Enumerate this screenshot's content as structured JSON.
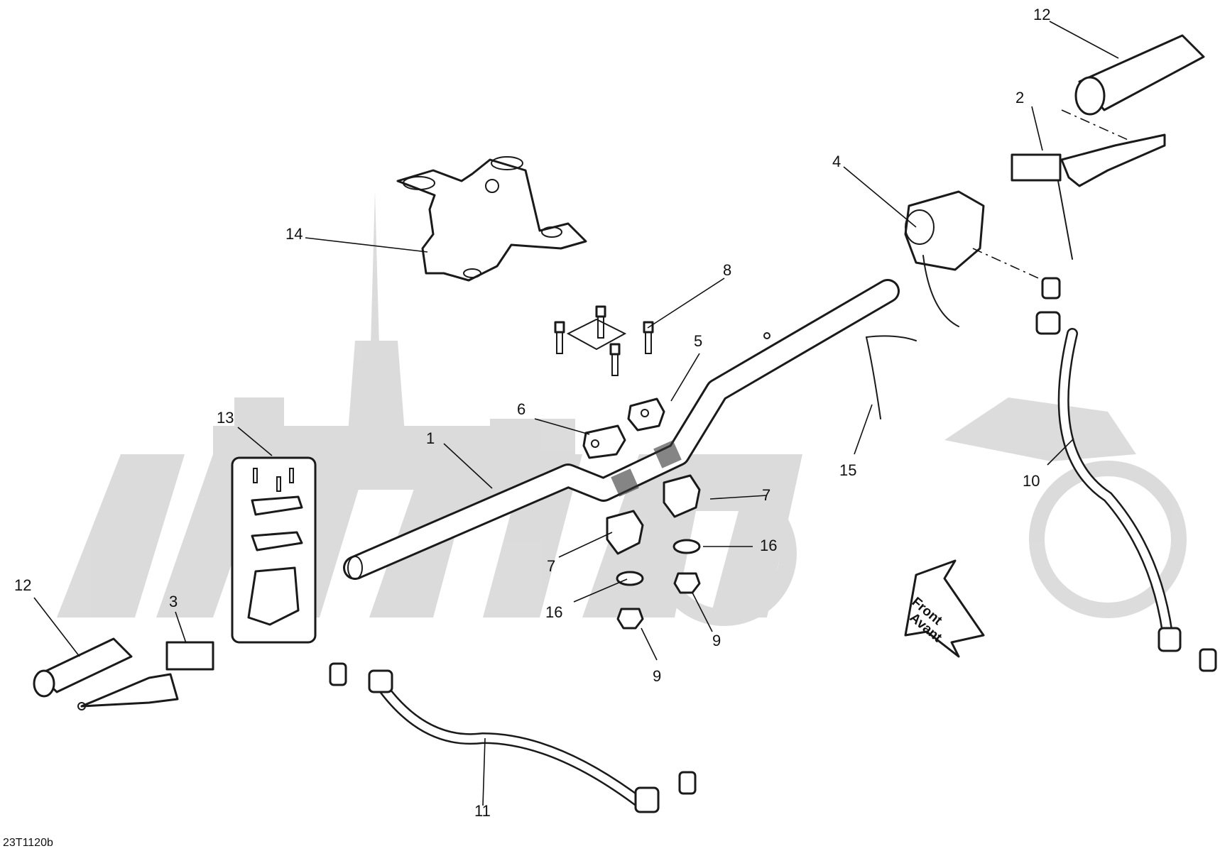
{
  "diagram": {
    "reference_code": "23T1120b",
    "direction_arrow": {
      "line1": "Front",
      "line2": "Avant"
    },
    "callouts": [
      {
        "id": "c1",
        "label": "1"
      },
      {
        "id": "c2",
        "label": "2"
      },
      {
        "id": "c3",
        "label": "3"
      },
      {
        "id": "c4",
        "label": "4"
      },
      {
        "id": "c5",
        "label": "5"
      },
      {
        "id": "c6",
        "label": "6"
      },
      {
        "id": "c7a",
        "label": "7"
      },
      {
        "id": "c7b",
        "label": "7"
      },
      {
        "id": "c8",
        "label": "8"
      },
      {
        "id": "c9a",
        "label": "9"
      },
      {
        "id": "c9b",
        "label": "9"
      },
      {
        "id": "c10",
        "label": "10"
      },
      {
        "id": "c11",
        "label": "11"
      },
      {
        "id": "c12a",
        "label": "12"
      },
      {
        "id": "c12b",
        "label": "12"
      },
      {
        "id": "c13",
        "label": "13"
      },
      {
        "id": "c14",
        "label": "14"
      },
      {
        "id": "c15",
        "label": "15"
      },
      {
        "id": "c16a",
        "label": "16"
      },
      {
        "id": "c16b",
        "label": "16"
      }
    ]
  }
}
